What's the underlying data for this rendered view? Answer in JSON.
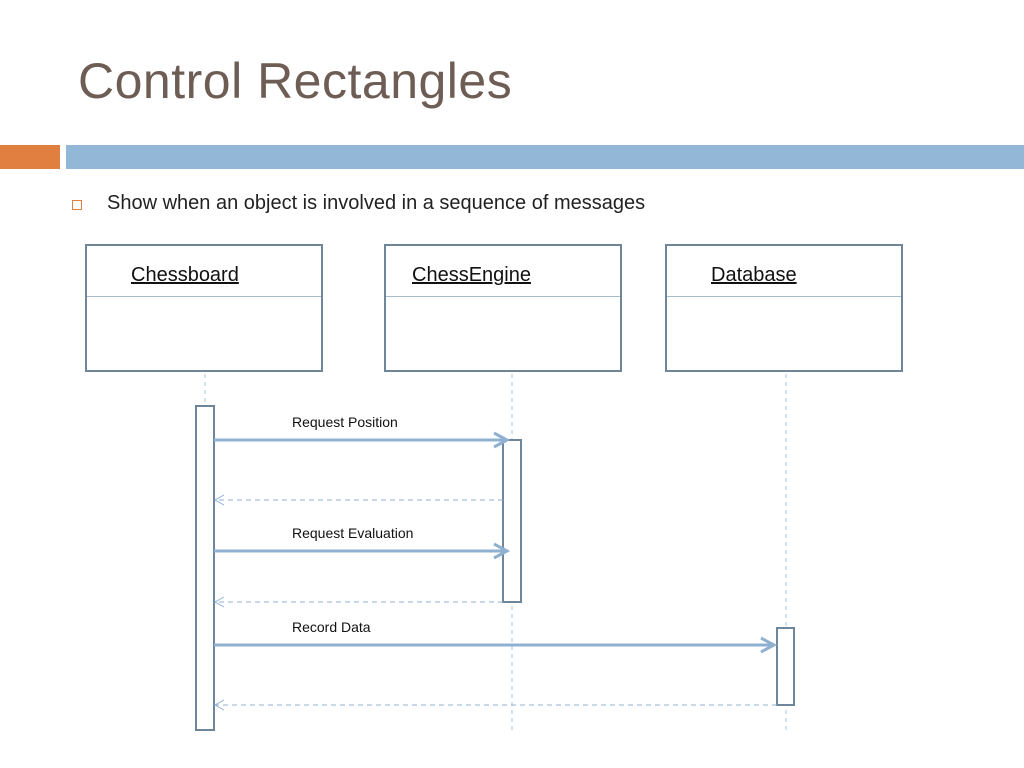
{
  "slide": {
    "title": "Control Rectangles",
    "bullet": "Show when an object is involved in a sequence of messages"
  },
  "objects": [
    {
      "name": "Chessboard"
    },
    {
      "name": "ChessEngine"
    },
    {
      "name": "Database"
    }
  ],
  "messages": [
    {
      "label": "Request Position"
    },
    {
      "label": "Request Evaluation"
    },
    {
      "label": "Record Data"
    }
  ],
  "colors": {
    "title": "#6e5d54",
    "accent_orange": "#e07f3f",
    "accent_blue": "#93b7d6",
    "line": "#8fb0d0",
    "box_border": "#6f869a"
  }
}
